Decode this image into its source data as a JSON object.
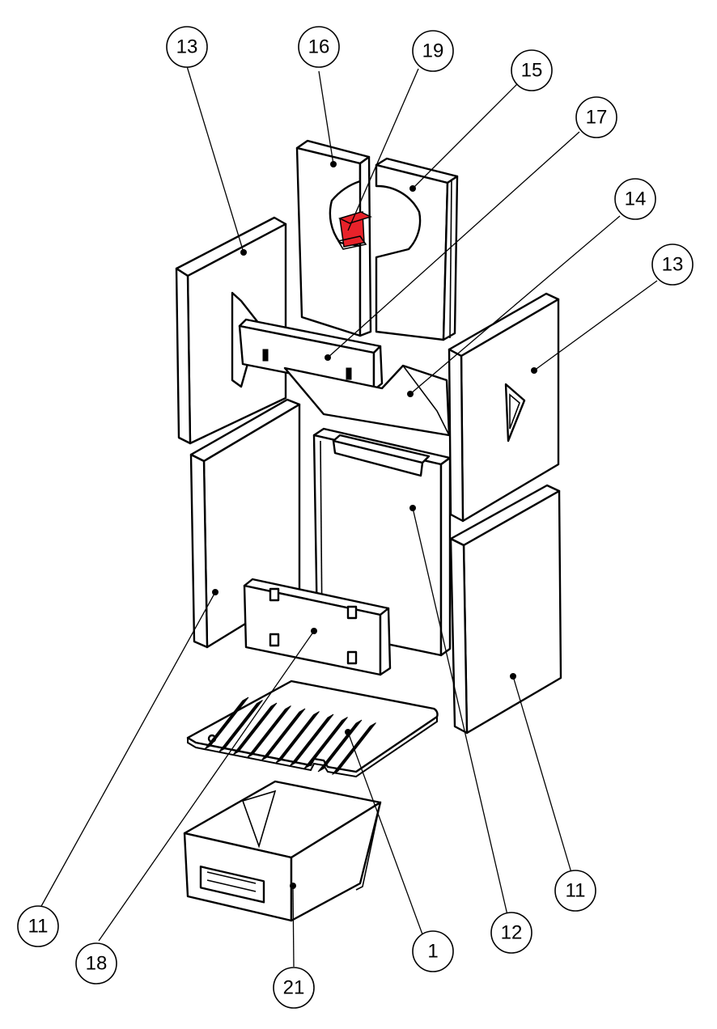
{
  "diagram": {
    "highlight_color": "#e8222a",
    "callouts": [
      {
        "key": "c13a",
        "label": "13"
      },
      {
        "key": "c16",
        "label": "16"
      },
      {
        "key": "c19",
        "label": "19"
      },
      {
        "key": "c15",
        "label": "15"
      },
      {
        "key": "c17",
        "label": "17"
      },
      {
        "key": "c14",
        "label": "14"
      },
      {
        "key": "c13b",
        "label": "13"
      },
      {
        "key": "c11a",
        "label": "11"
      },
      {
        "key": "c18",
        "label": "18"
      },
      {
        "key": "c21",
        "label": "21"
      },
      {
        "key": "c1",
        "label": "1"
      },
      {
        "key": "c12",
        "label": "12"
      },
      {
        "key": "c11b",
        "label": "11"
      }
    ]
  }
}
